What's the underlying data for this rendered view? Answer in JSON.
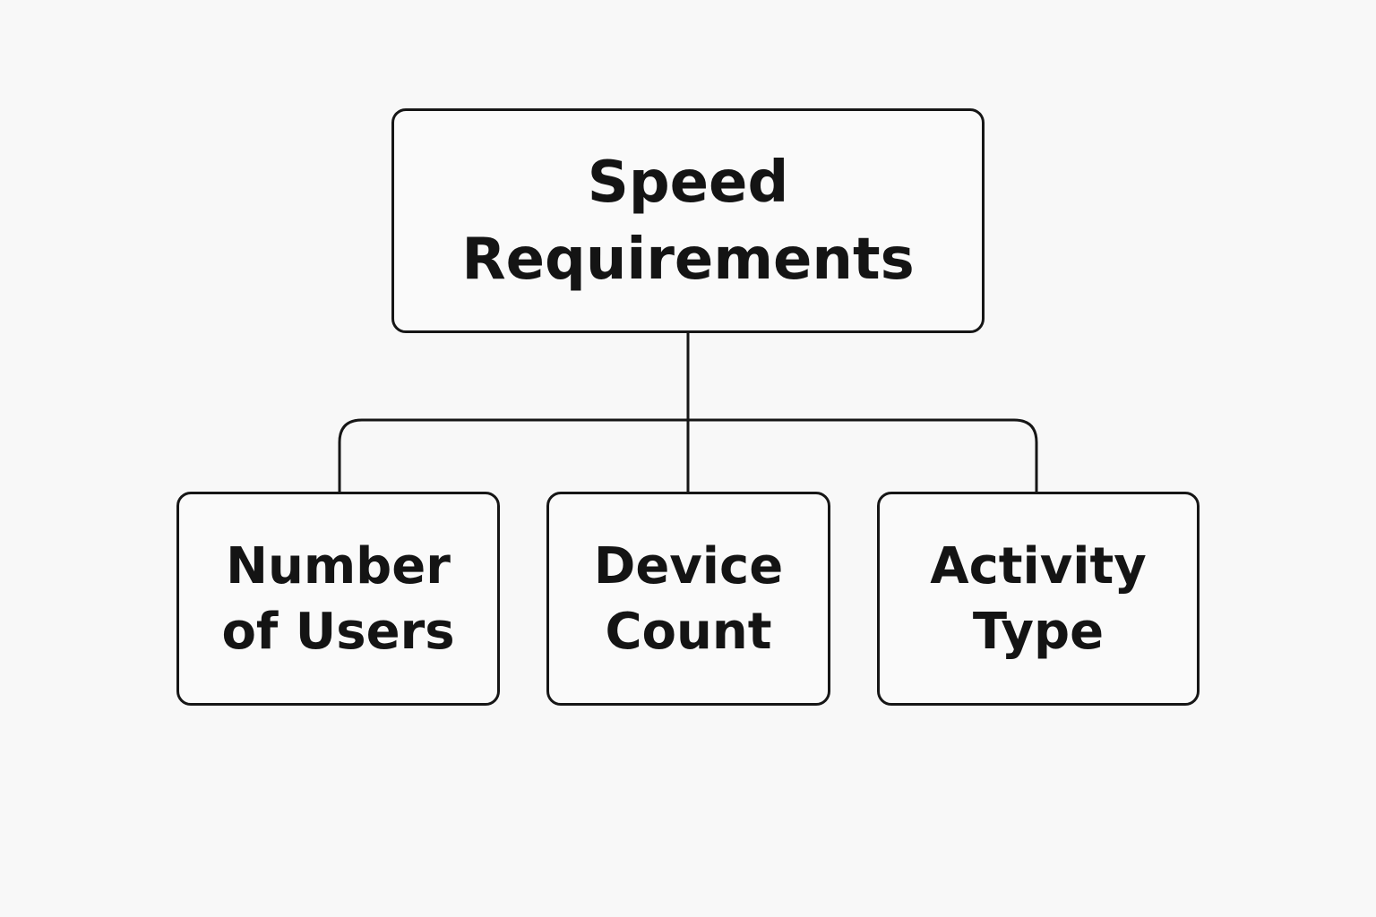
{
  "diagram": {
    "root": {
      "lines": [
        "Speed",
        "Requirements"
      ]
    },
    "children": [
      {
        "lines": [
          "Number",
          "of Users"
        ]
      },
      {
        "lines": [
          "Device",
          "Count"
        ]
      },
      {
        "lines": [
          "Activity",
          "Type"
        ]
      }
    ]
  },
  "colors": {
    "background": "#f8f8f8",
    "stroke": "#161616",
    "text": "#141414"
  }
}
